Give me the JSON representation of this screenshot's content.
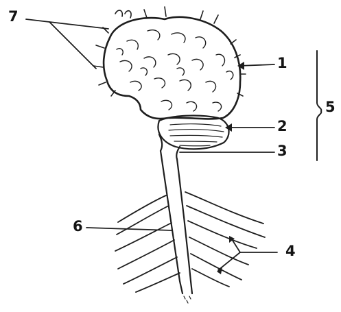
{
  "diagram": {
    "labels": [
      {
        "key": "cerebrum_hairs",
        "text": "7"
      },
      {
        "key": "outer_edge",
        "text": "1"
      },
      {
        "key": "cerebellum",
        "text": "2"
      },
      {
        "key": "medulla",
        "text": "3"
      },
      {
        "key": "nerves",
        "text": "4"
      },
      {
        "key": "brain_bracket",
        "text": "5"
      },
      {
        "key": "spinal_cord",
        "text": "6"
      }
    ]
  }
}
